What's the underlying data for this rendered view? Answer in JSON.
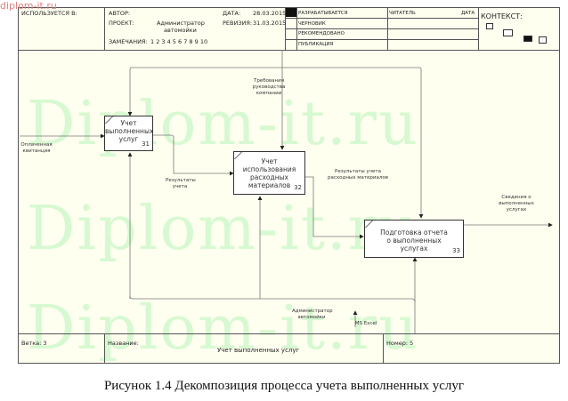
{
  "header": {
    "used_in_label": "ИСПОЛЬЗУЕТСЯ В:",
    "author_label": "АВТОР:",
    "author_value": "",
    "project_label": "ПРОЕКТ:",
    "project_value_line1": "Администратор",
    "project_value_line2": "автомойки",
    "date_label": "ДАТА:",
    "date_value": "28.03.2015",
    "revision_label": "РЕВИЗИЯ:",
    "revision_value": "31.03.2015",
    "notes_label": "ЗАМЕЧАНИЯ:",
    "notes_value": "1 2 3 4 5 6 7 8 9 10",
    "status_rows": [
      "РАЗРАБАТЫВАЕТСЯ",
      "ЧЕРНОВИК",
      "РЕКОМЕНДОВАНО",
      "ПУБЛИКАЦИЯ"
    ],
    "reader_label": "ЧИТАТЕЛЬ",
    "reader_date_label": "ДАТА",
    "context_label": "КОНТЕКСТ:"
  },
  "diagram": {
    "boxes": [
      {
        "id": "31",
        "label": "Учет выполненных услуг"
      },
      {
        "id": "32",
        "label": "Учет использования расходных материалов"
      },
      {
        "id": "33",
        "label": "Подготовка отчета о выполненных услугах"
      }
    ],
    "arrows": {
      "input_payment": "Оплаченная квитанция",
      "control_requirements": "Требования руководства компании",
      "results_accounting": "Результаты учета",
      "results_materials": "Результаты учета расходных материалов",
      "output_info": "Сведения о выполненных услугах",
      "mechanism_admin": "Администратор автомойки",
      "mechanism_excel": "MS Excel"
    }
  },
  "footer": {
    "node_label": "Ветка: 3",
    "title_label": "Название:",
    "title_value": "Учет выполненных услуг",
    "number_label": "Номер: 5"
  },
  "watermark": {
    "text": "Diplom-it.ru",
    "small_text": "diplom-it.ru"
  },
  "caption": "Рисунок 1.4 Декомпозиция процесса учета выполненных услуг"
}
